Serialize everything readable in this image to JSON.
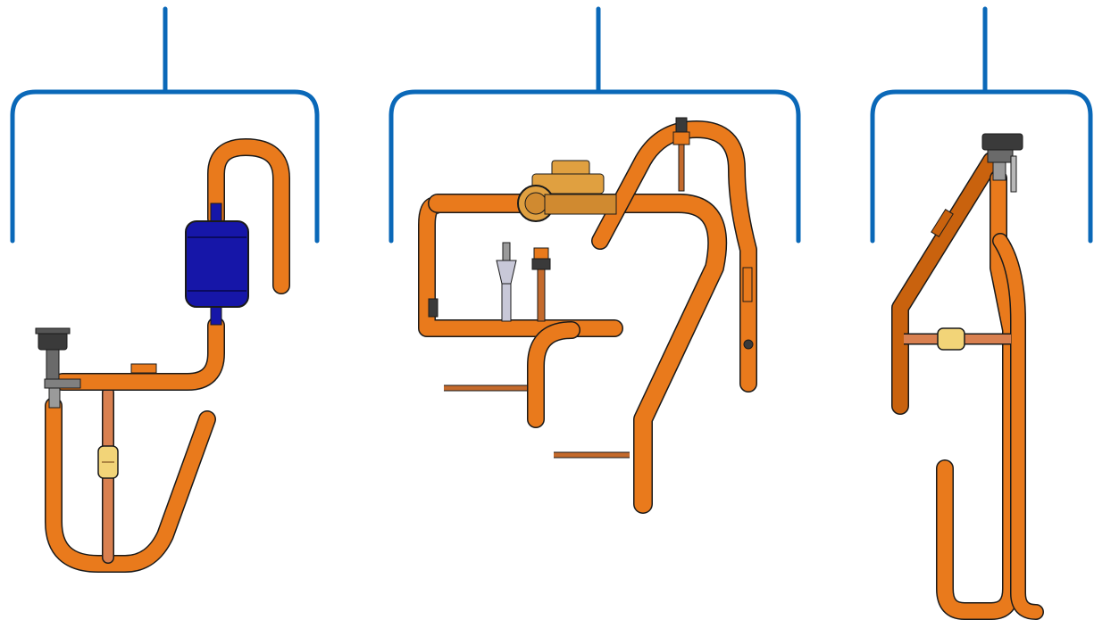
{
  "colors": {
    "background": "#ffffff",
    "bracket": "#0a68b8",
    "copper_pipe": "#e97a1c",
    "copper_pipe_dark": "#c9620e",
    "thin_tube": "#c46a2c",
    "filter_drier": "#1616a8",
    "brass_fitting": "#f2d478",
    "valve_body": "#3a3a3a",
    "outline": "#1a1a1a"
  },
  "assemblies": [
    {
      "id": "left",
      "components": [
        "bracket-icon",
        "pipe-icon",
        "filter-drier-icon",
        "service-valve-icon",
        "sight-glass-icon"
      ]
    },
    {
      "id": "center",
      "components": [
        "bracket-icon",
        "pipe-icon",
        "solenoid-valve-icon",
        "pressure-sensor-icon",
        "access-valve-icon"
      ]
    },
    {
      "id": "right",
      "components": [
        "bracket-icon",
        "pipe-icon",
        "expansion-valve-icon",
        "sight-glass-icon"
      ]
    }
  ]
}
